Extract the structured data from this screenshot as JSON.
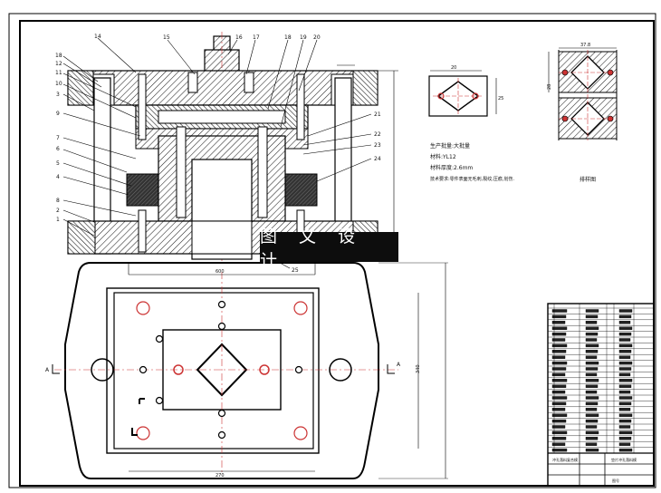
{
  "watermark": {
    "text": "图 文 设 计"
  },
  "part_labels": {
    "n14": "14",
    "n15": "15",
    "n16": "16",
    "n17": "17",
    "n18a": "18",
    "n19": "19",
    "n20": "20",
    "n18": "18",
    "n12": "12",
    "n11": "11",
    "n10": "10",
    "n3": "3",
    "n9": "9",
    "n7": "7",
    "n6": "6",
    "n5": "5",
    "n4": "4",
    "n8": "8",
    "n2": "2",
    "n1": "1",
    "n21": "21",
    "n22": "22",
    "n23": "23",
    "n24": "24",
    "n25": "25"
  },
  "notes": {
    "line1": "生产批量:大批量",
    "line2": "材料:YL12",
    "line3": "材料厚度:2.6mm",
    "line4": "技术要求:零件表面无毛刺,裂纹,压痕,划伤."
  },
  "layout_label": "排样图",
  "dims": {
    "strip_width": "37.8",
    "part_w": "20",
    "part_h": "25",
    "strip_side": "28",
    "plan_w": "600",
    "plan_h": "340",
    "plan_d": "270"
  },
  "title_block": {
    "t1": "冲孔落料复合模",
    "t2": "垫片冲孔落料模",
    "t3": "图号"
  },
  "section_marks": {
    "a": "A",
    "b": "A"
  }
}
